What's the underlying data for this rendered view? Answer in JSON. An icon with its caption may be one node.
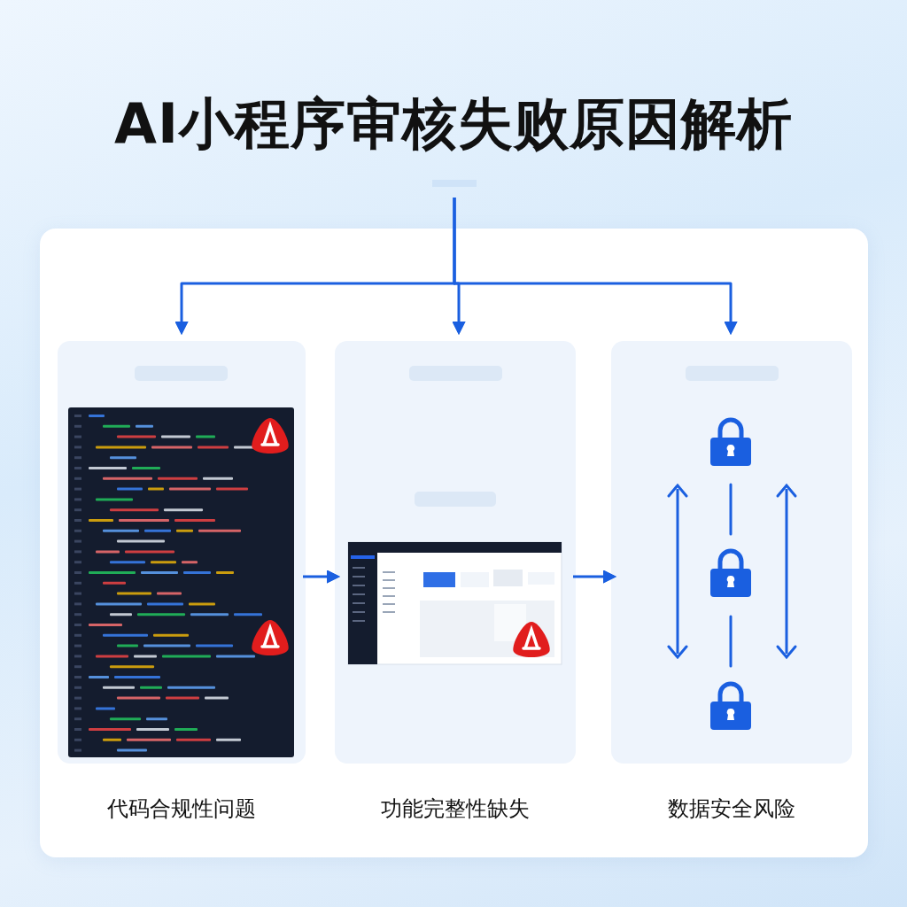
{
  "diagram": {
    "title": "AI小程序审核失败原因解析",
    "nodes": [
      {
        "text": [],
        "shape": "bar"
      },
      {
        "text": [
          "代码合规性问题"
        ]
      },
      {
        "text": [
          "功能完整性缺失"
        ]
      },
      {
        "text": [
          "数据安全风险"
        ]
      }
    ],
    "edges": [
      {
        "from": 0,
        "to": 1,
        "arrow": "to"
      },
      {
        "from": 0,
        "to": 2,
        "arrow": "to"
      },
      {
        "from": 0,
        "to": 3,
        "arrow": "to"
      },
      {
        "from": 1,
        "to": 2,
        "arrow": "to"
      },
      {
        "from": 2,
        "to": 3,
        "arrow": "to"
      }
    ]
  }
}
